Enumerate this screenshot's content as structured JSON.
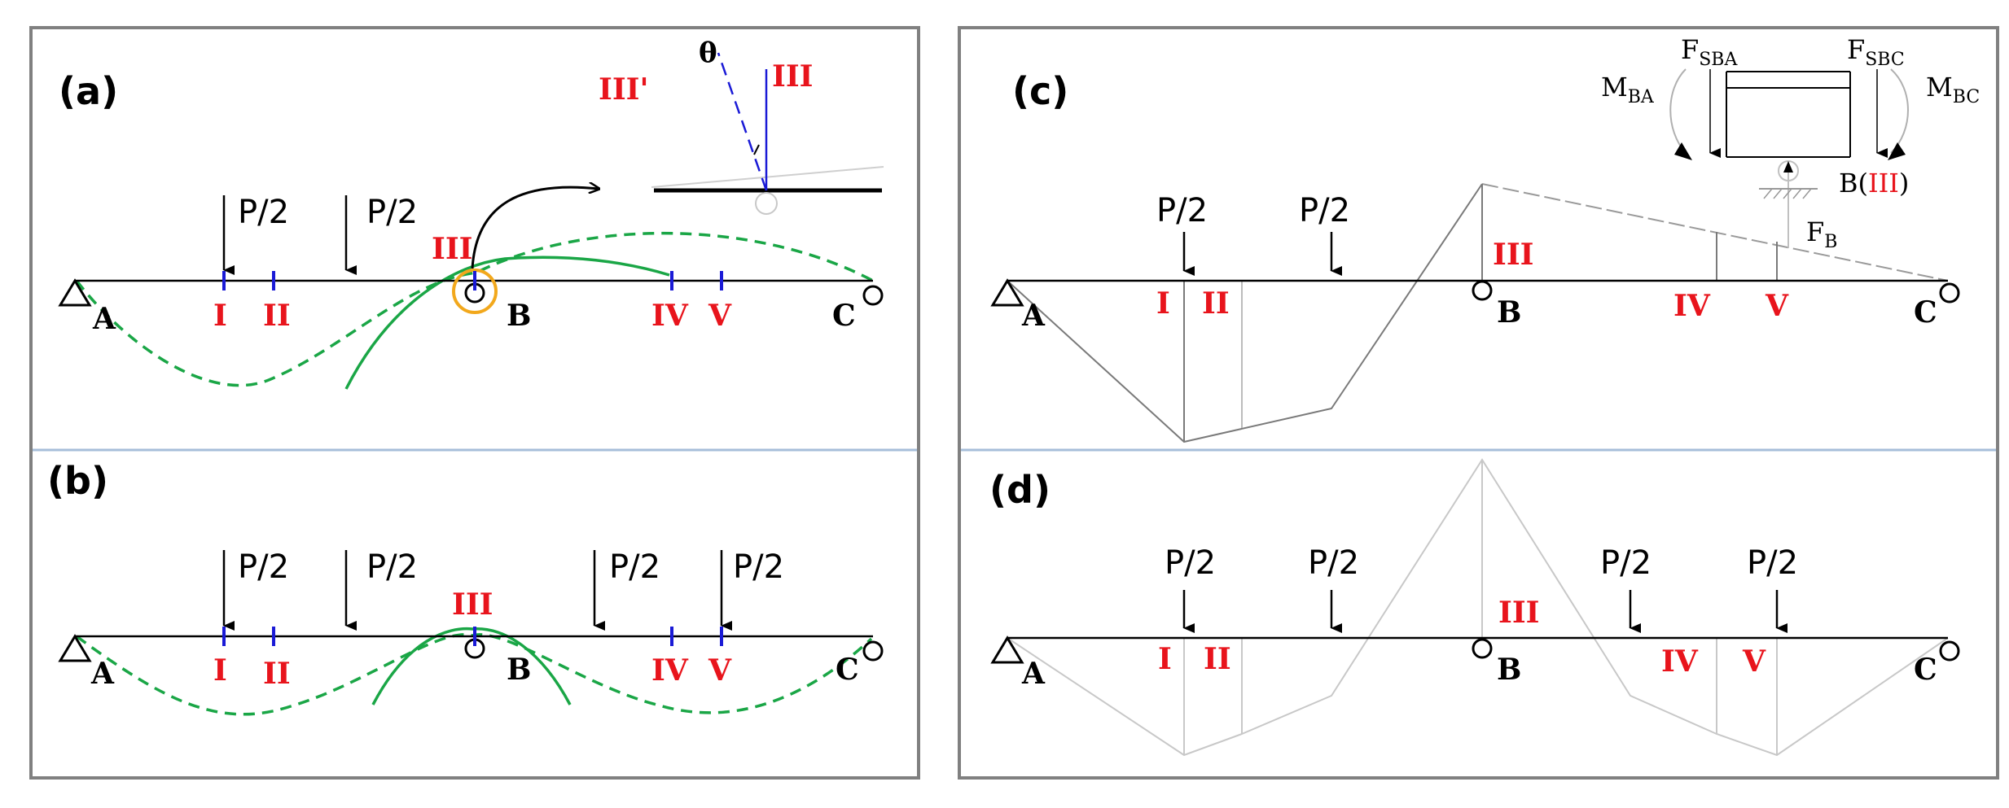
{
  "panels": {
    "a": "(a)",
    "b": "(b)",
    "c": "(c)",
    "d": "(d)"
  },
  "load_label": "P/2",
  "supports": {
    "A": "A",
    "B": "B",
    "C": "C"
  },
  "sections": {
    "I": "I",
    "II": "II",
    "III": "III",
    "IV": "IV",
    "V": "V"
  },
  "inset_a": {
    "theta": "θ",
    "III_prime": "III'",
    "III": "III"
  },
  "inset_c": {
    "M": "M",
    "F": "F",
    "BA": "BA",
    "BC": "BC",
    "SBA": "SBA",
    "SBC": "SBC",
    "B_sub": "B",
    "B_label_prefix": "B(",
    "B_label_roman": "III",
    "B_label_suffix": ")"
  },
  "colors": {
    "deflection": "#1aa646",
    "section_tick": "#1a1ad6",
    "roman_label": "#e8141c",
    "highlight_circle": "#f2a81c",
    "frame": "#808080",
    "divider": "#a6bed9"
  }
}
